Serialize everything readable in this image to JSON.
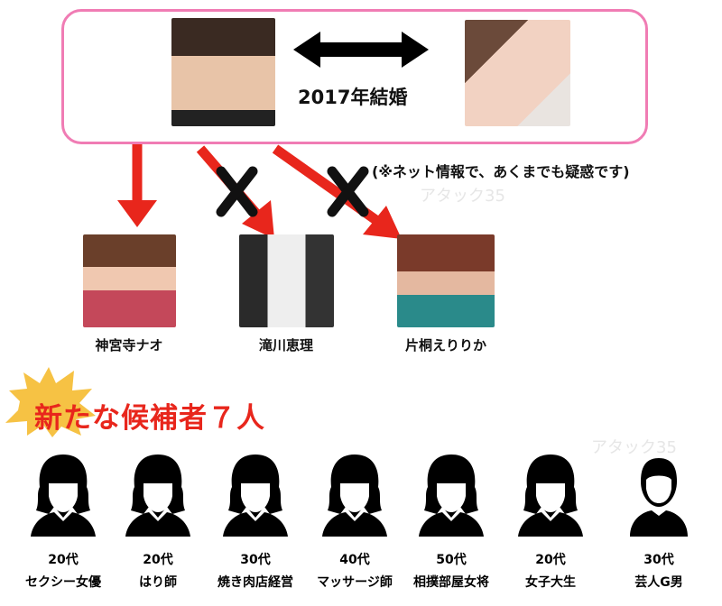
{
  "couple": {
    "married_label": "2017年結婚"
  },
  "note": "(※ネット情報で、あくまでも疑惑です)",
  "watermark": "アタック35",
  "suspects": [
    {
      "name": "神宮寺ナオ"
    },
    {
      "name": "滝川恵理"
    },
    {
      "name": "片桐えりりか"
    }
  ],
  "new_heading": "新たな候補者７人",
  "candidates": [
    {
      "age": "20代",
      "job": "セクシー女優",
      "gender": "female"
    },
    {
      "age": "20代",
      "job": "はり師",
      "gender": "female"
    },
    {
      "age": "30代",
      "job": "焼き肉店経営",
      "gender": "female"
    },
    {
      "age": "40代",
      "job": "マッサージ師",
      "gender": "female"
    },
    {
      "age": "50代",
      "job": "相撲部屋女将",
      "gender": "female"
    },
    {
      "age": "20代",
      "job": "女子大生",
      "gender": "female"
    },
    {
      "age": "30代",
      "job": "芸人G男",
      "gender": "male"
    }
  ],
  "colors": {
    "pink": "#f07cb4",
    "red": "#e8261c",
    "yellow": "#f6c244"
  }
}
